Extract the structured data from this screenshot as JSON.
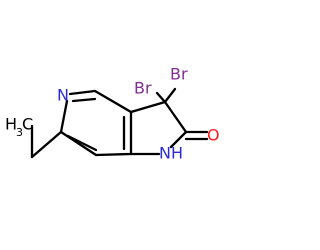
{
  "molecule": {
    "atoms": {
      "br1": {
        "text": "Br",
        "color": "#7f2f8f"
      },
      "br2": {
        "text": "Br",
        "color": "#7f2f8f"
      },
      "n_ring": {
        "text": "N",
        "color": "#2b2bd6"
      },
      "o": {
        "text": "O",
        "color": "#ff1a1a"
      },
      "nh_n": {
        "text": "N",
        "color": "#2b2bd6"
      },
      "nh_h": {
        "text": "H",
        "color": "#2b2bd6"
      },
      "ch3_h": {
        "text": "H",
        "color": "#000000"
      },
      "ch3_sub": {
        "text": "3",
        "color": "#000000"
      },
      "ch3_c": {
        "text": "C",
        "color": "#000000"
      }
    },
    "bond_color": "#000000"
  }
}
